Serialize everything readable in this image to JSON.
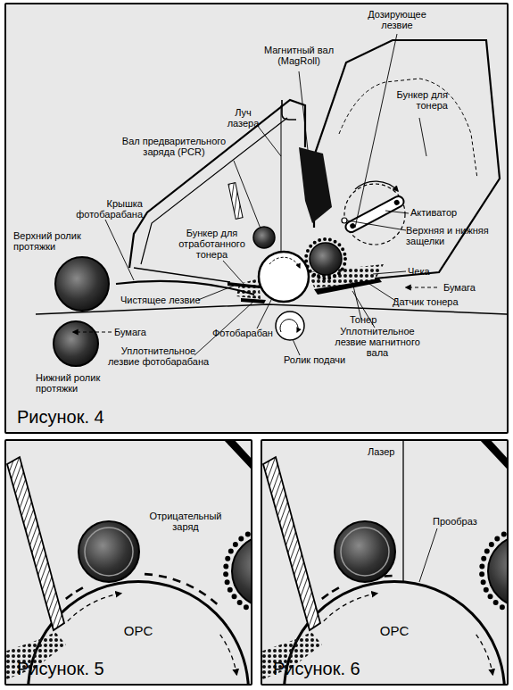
{
  "diagram": {
    "nodes": [
      {
        "text": [
          "Рисунок. 4"
        ]
      },
      {
        "text": [
          "Рисунок. 5"
        ]
      },
      {
        "text": [
          "OPC"
        ],
        "in": 1
      },
      {
        "text": [
          "Рисунок. 6"
        ]
      },
      {
        "text": [
          "OPC"
        ],
        "in": 3
      }
    ],
    "labels": [
      "Магнитный вал (MagRoll)",
      "Дозирующее лезвие",
      "Луч лазера",
      "Бункер для тонера",
      "Вал предварительного заряда (PCR)",
      "Верхний ролик протяжки",
      "Крышка фотобарабана",
      "Бункер для отработанного тонера",
      "Активатор",
      "Верхняя и нижняя защелки",
      "Чека",
      "Бумага",
      "Датчик тонера",
      "Тонер",
      "Уплотнительное лезвие магнитного вала",
      "Чистящее лезвие",
      "Бумага",
      "Фотобарабан",
      "Ролик подачи",
      "Уплотнительное лезвие фотобарабана",
      "Нижний ролик протяжки",
      "Отрицательный заряд",
      "Лазер",
      "Прообраз"
    ]
  }
}
